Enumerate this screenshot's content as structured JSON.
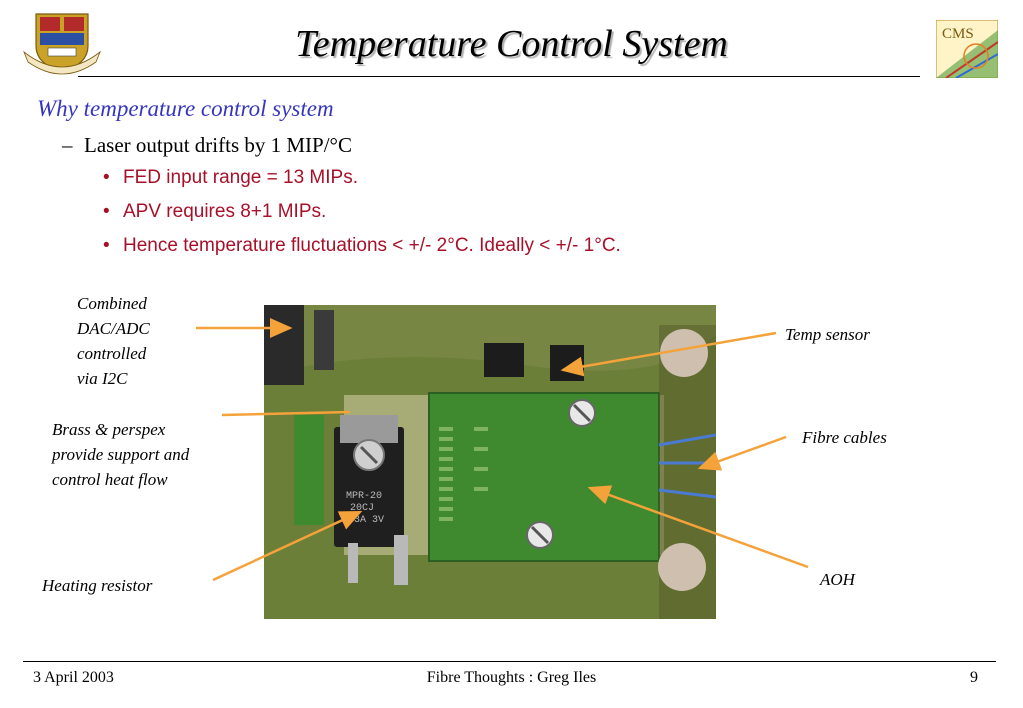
{
  "slide": {
    "title": "Temperature Control System",
    "section_heading": "Why temperature control system",
    "bullet": {
      "dash": "–",
      "text": "Laser output drifts by 1 MIP/°C"
    },
    "sub_bullets": [
      "FED input range = 13 MIPs.",
      "APV requires 8+1 MIPs.",
      "Hence temperature fluctuations < +/- 2°C.  Ideally < +/- 1°C."
    ],
    "sub_bullet_marker": "•"
  },
  "photo_labels": {
    "dac": [
      "Combined",
      "DAC/ADC",
      "controlled",
      "via I2C"
    ],
    "brass": [
      "Brass & perspex",
      "provide support and",
      "control heat flow"
    ],
    "heating": "Heating resistor",
    "temp_sensor": "Temp sensor",
    "fibre": "Fibre cables",
    "aoh": "AOH"
  },
  "photo_markings": {
    "resistor": [
      "MPR-20",
      "20CJ",
      "63A 3V"
    ]
  },
  "logos": {
    "cms": "CMS"
  },
  "footer": {
    "date": "3 April 2003",
    "center": "Fibre Thoughts : Greg Iles",
    "page": "9"
  },
  "colors": {
    "section_heading": "#3535c0",
    "sub_bullets": "#a8102a",
    "arrows": "#f4a23a",
    "board": "#5c7a3a",
    "aoh_board": "#3f8a2e"
  }
}
